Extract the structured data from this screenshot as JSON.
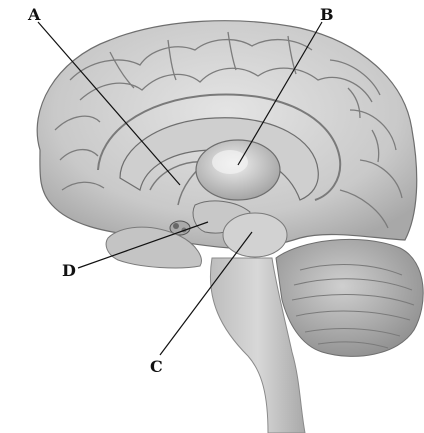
{
  "labels": {
    "a": "A",
    "b": "B",
    "c": "C",
    "d": "D"
  },
  "colors": {
    "background": "#ffffff",
    "brain_light": "#d9d9d9",
    "brain_mid": "#bdbdbd",
    "brain_dark": "#8a8a8a",
    "ink": "#111111"
  }
}
